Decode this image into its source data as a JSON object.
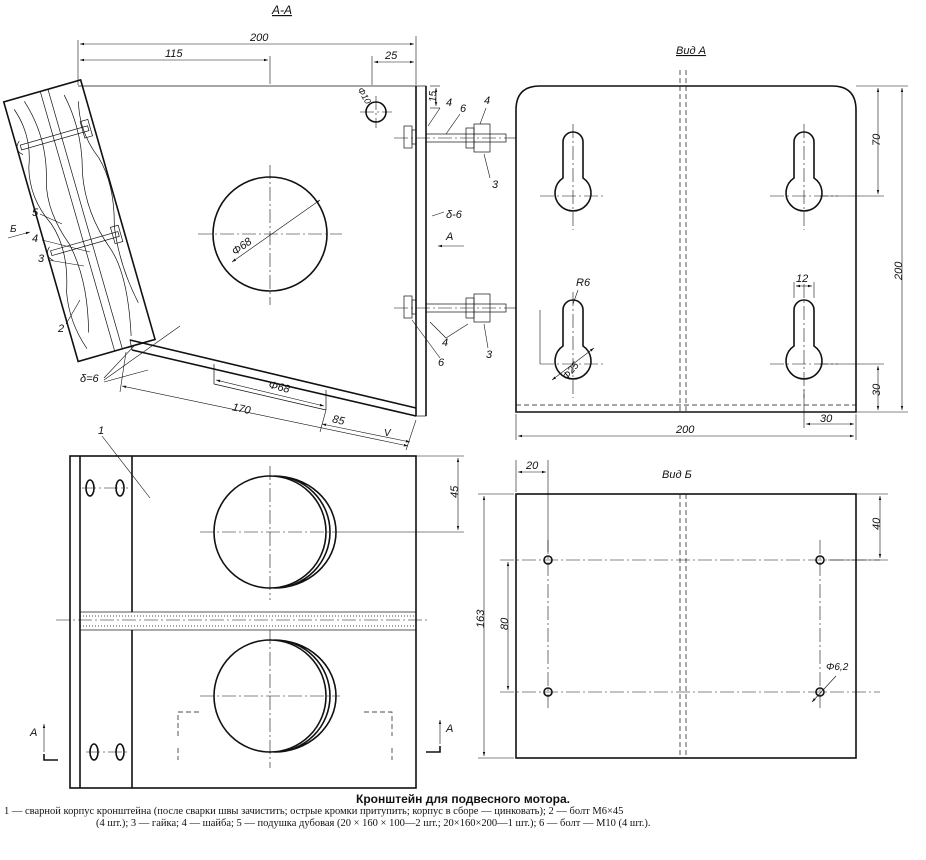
{
  "labels": {
    "section_aa": "А-А",
    "view_a": "Вид А",
    "view_b": "Вид Б",
    "wall": "δ-6",
    "wall_bottom": "δ=6",
    "arrow_a": "А",
    "arrow_b": "Б",
    "arrow_v": "V",
    "mark_a": "А"
  },
  "dims": {
    "d200": "200",
    "d115": "115",
    "d25": "25",
    "d15": "15",
    "d170": "170",
    "d85": "85",
    "phi68": "Φ68",
    "phi10": "Φ10",
    "d70": "70",
    "d30": "30",
    "d12": "12",
    "r6": "R6",
    "phi25": "Φ25",
    "d45": "45",
    "d20": "20",
    "d40": "40",
    "d80": "80",
    "d163": "163",
    "phi62": "Φ6,2"
  },
  "callouts": {
    "c1": "1",
    "c2": "2",
    "c3": "3",
    "c4": "4",
    "c5": "5",
    "c6": "6"
  },
  "caption": {
    "title": "Кронштейн для подвесного мотора.",
    "line1": "1 — сварной корпус кронштейна (после сварки швы зачистить; острые кромки притупить; корпус в сборе — цинковать); 2 — болт М6×45",
    "line2": "(4 шт.); 3 — гайка; 4 — шайба; 5 — подушка дубовая (20 × 160 × 100—2 шт.; 20×160×200—1 шт.); 6 — болт — М10 (4 шт.)."
  }
}
